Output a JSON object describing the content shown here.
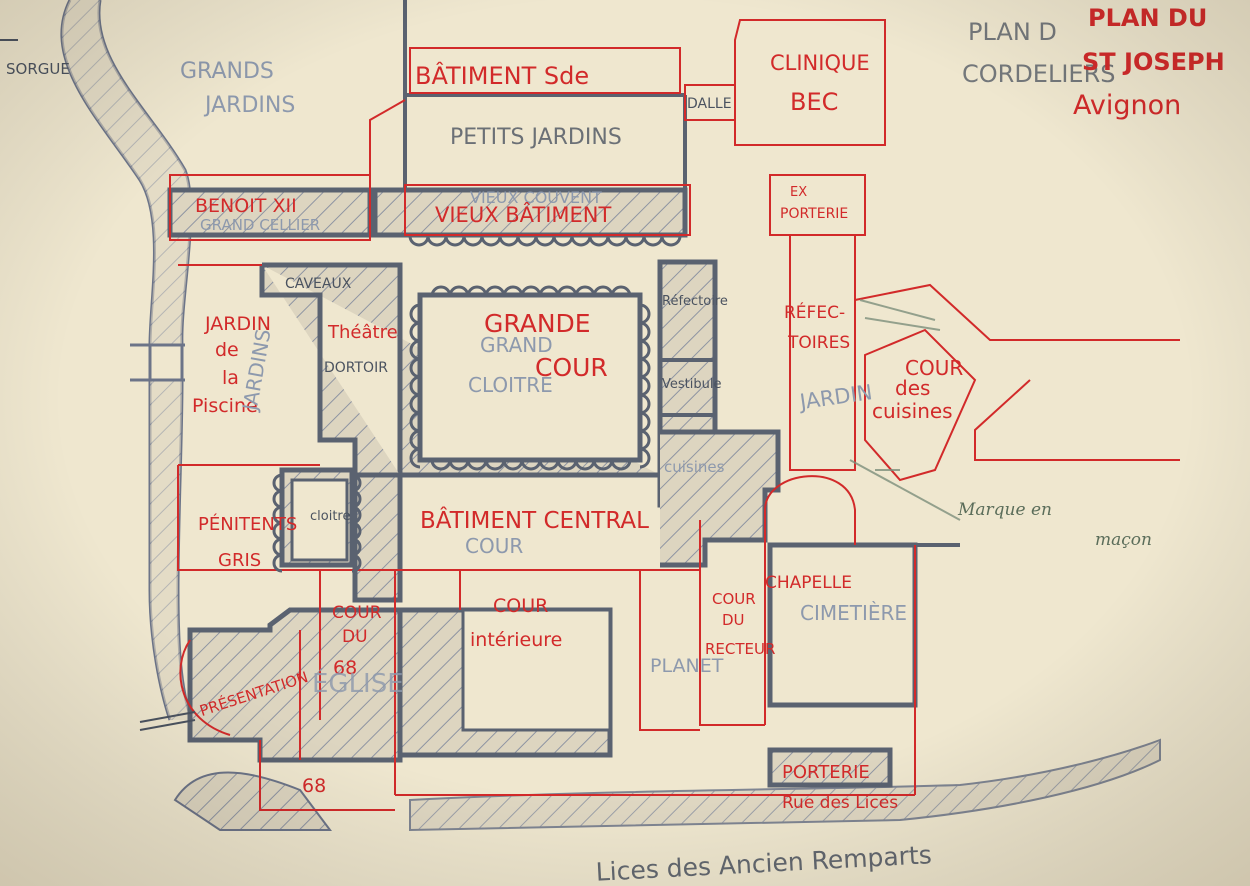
{
  "title": {
    "red_line1": "PLAN DU",
    "red_line2": "ST JOSEPH",
    "red_line3": "Avignon",
    "grey_line1": "PLAN D",
    "grey_line2": "CORDELIERS"
  },
  "labels": {
    "sorgue": "SORGUE",
    "grands_jardins_1": "GRANDS",
    "grands_jardins_2": "JARDINS",
    "batiment_sde": "BÂTIMENT Sde",
    "dalle": "DALLE",
    "clinique_1": "CLINIQUE",
    "clinique_2": "BEC",
    "petits_jardins": "PETITS JARDINS",
    "benoit": "BENOIT XII",
    "grand_cellier": "GRAND CELLIER",
    "vieux_couvent": "VIEUX COUVENT",
    "vieux_batiment": "VIEUX BÂTIMENT",
    "ex": "EX",
    "porterie_top": "PORTERIE",
    "caveaux": "CAVEAUX",
    "grande": "GRANDE",
    "cour_red": "COUR",
    "grand_cloitre_1": "GRAND",
    "grand_cloitre_2": "CLOITRE",
    "theatre": "Théâtre",
    "dortoir": "DORTOIR",
    "refectoire_grey": "Réfectoire",
    "vestibule": "Vestibule",
    "cuisines_grey": "cuisines",
    "refectoires_1": "RÉFEC-",
    "refectoires_2": "TOIRES",
    "jardin_right": "JARDIN",
    "cour_des_1": "COUR",
    "cour_des_2": "des",
    "cour_des_3": "cuisines",
    "jardin_de_1": "JARDIN",
    "jardin_de_2": "de",
    "jardin_de_3": "la",
    "jardin_de_4": "Piscine",
    "jardins_grey": "JARDINS",
    "penitents_1": "PÉNITENTS",
    "penitents_2": "GRIS",
    "cloitre_small": "cloitre",
    "batiment_central": "BÂTIMENT CENTRAL",
    "cour_grey": "COUR",
    "cour_du_68_1": "COUR",
    "cour_du_68_2": "DU",
    "cour_du_68_3": "68",
    "cour_interieure_1": "COUR",
    "cour_interieure_2": "intérieure",
    "planet": "PLANET",
    "cour_du_recteur_1": "COUR",
    "cour_du_recteur_2": "DU",
    "cour_du_recteur_3": "RECTEUR",
    "chapelle": "CHAPELLE",
    "cimetiere": "CIMETIÈRE",
    "presentation": "PRÉSENTATION",
    "eglise": "ÉGLISE",
    "num_68": "68",
    "porterie_bottom": "PORTERIE",
    "rue_des_lices": "Rue des Lices",
    "lices_remparts": "Lices des Ancien Remparts",
    "marque_1": "Marque en",
    "marque_2": "maçon"
  },
  "colors": {
    "paper": "#efe7cf",
    "red_ink": "#d22a2a",
    "grey_ink": "#5a6270",
    "blue_pencil": "#8d99ad",
    "hatch": "#9aa0ad",
    "green_pencil": "#5b6d5a"
  }
}
